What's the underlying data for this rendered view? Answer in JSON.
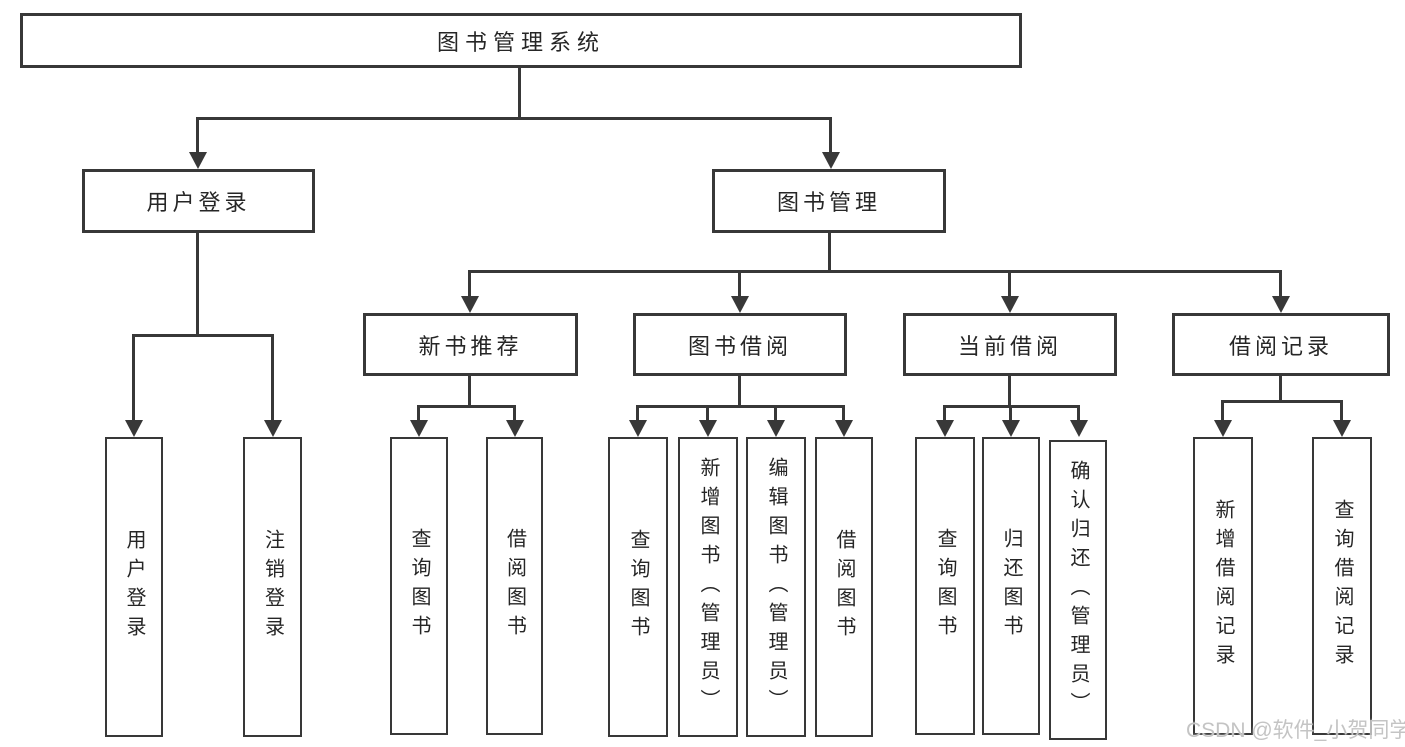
{
  "tree": {
    "label": "图书管理系统",
    "children": [
      {
        "label": "用户登录",
        "children": [
          {
            "label": "用户登录"
          },
          {
            "label": "注销登录"
          }
        ]
      },
      {
        "label": "图书管理",
        "children": [
          {
            "label": "新书推荐",
            "children": [
              {
                "label": "查询图书"
              },
              {
                "label": "借阅图书"
              }
            ]
          },
          {
            "label": "图书借阅",
            "children": [
              {
                "label": "查询图书"
              },
              {
                "label": "新增图书（管理员）"
              },
              {
                "label": "编辑图书（管理员）"
              },
              {
                "label": "借阅图书"
              }
            ]
          },
          {
            "label": "当前借阅",
            "children": [
              {
                "label": "查询图书"
              },
              {
                "label": "归还图书"
              },
              {
                "label": "确认归还（管理员）"
              }
            ]
          },
          {
            "label": "借阅记录",
            "children": [
              {
                "label": "新增借阅记录"
              },
              {
                "label": "查询借阅记录"
              }
            ]
          }
        ]
      }
    ]
  },
  "watermark": {
    "text": "CSDN @软件_小贺同学"
  },
  "colors": {
    "line": "#383838",
    "box_border": "#383838",
    "text": "#262626",
    "watermark": "#c4c4c4",
    "background": "#ffffff"
  }
}
